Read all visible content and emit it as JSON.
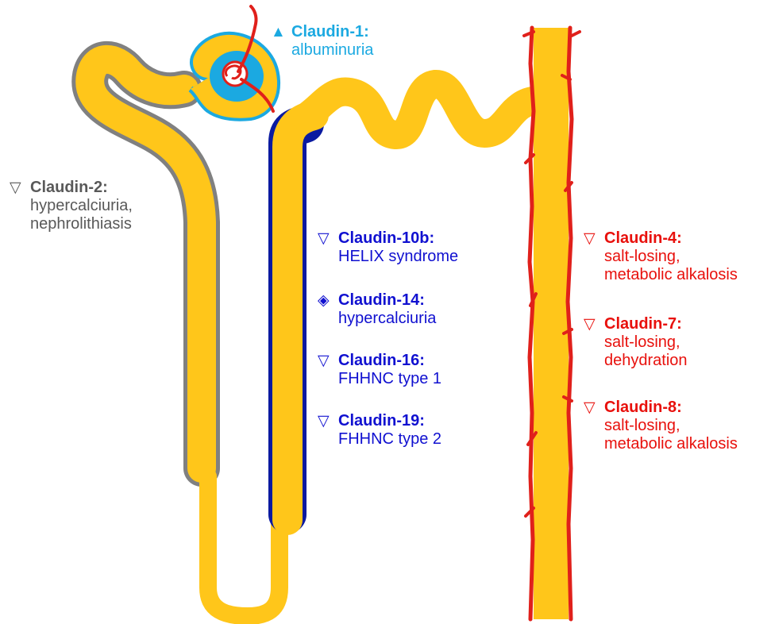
{
  "colors": {
    "tubule": "#FFC61A",
    "glomerulus_outline": "#1BA9E1",
    "proximal_border": "#808080",
    "thick_ascending_border": "#0A1AA0",
    "collecting_duct_border": "#E0201B",
    "capillary": "#E0201B",
    "text_cyan": "#1BA9E1",
    "text_gray": "#595959",
    "text_blue": "#1010D0",
    "text_red": "#E8100C"
  },
  "labels": {
    "claudin1": {
      "symbol": "▲",
      "name": "Claudin-1:",
      "lines": [
        "albuminuria"
      ]
    },
    "claudin2": {
      "symbol": "▽",
      "name": "Claudin-2:",
      "lines": [
        "hypercalciuria,",
        "nephrolithiasis"
      ]
    },
    "claudin10b": {
      "symbol": "▽",
      "name": "Claudin-10b:",
      "lines": [
        "HELIX syndrome"
      ]
    },
    "claudin14": {
      "symbol": "◈",
      "name": "Claudin-14:",
      "lines": [
        "hypercalciuria"
      ]
    },
    "claudin16": {
      "symbol": "▽",
      "name": "Claudin-16:",
      "lines": [
        "FHHNC type 1"
      ]
    },
    "claudin19": {
      "symbol": "▽",
      "name": "Claudin-19:",
      "lines": [
        "FHHNC type 2"
      ]
    },
    "claudin4": {
      "symbol": "▽",
      "name": "Claudin-4:",
      "lines": [
        "salt-losing,",
        "metabolic alkalosis"
      ]
    },
    "claudin7": {
      "symbol": "▽",
      "name": "Claudin-7:",
      "lines": [
        "salt-losing,",
        "dehydration"
      ]
    },
    "claudin8": {
      "symbol": "▽",
      "name": "Claudin-8:",
      "lines": [
        "salt-losing,",
        "metabolic alkalosis"
      ]
    }
  }
}
